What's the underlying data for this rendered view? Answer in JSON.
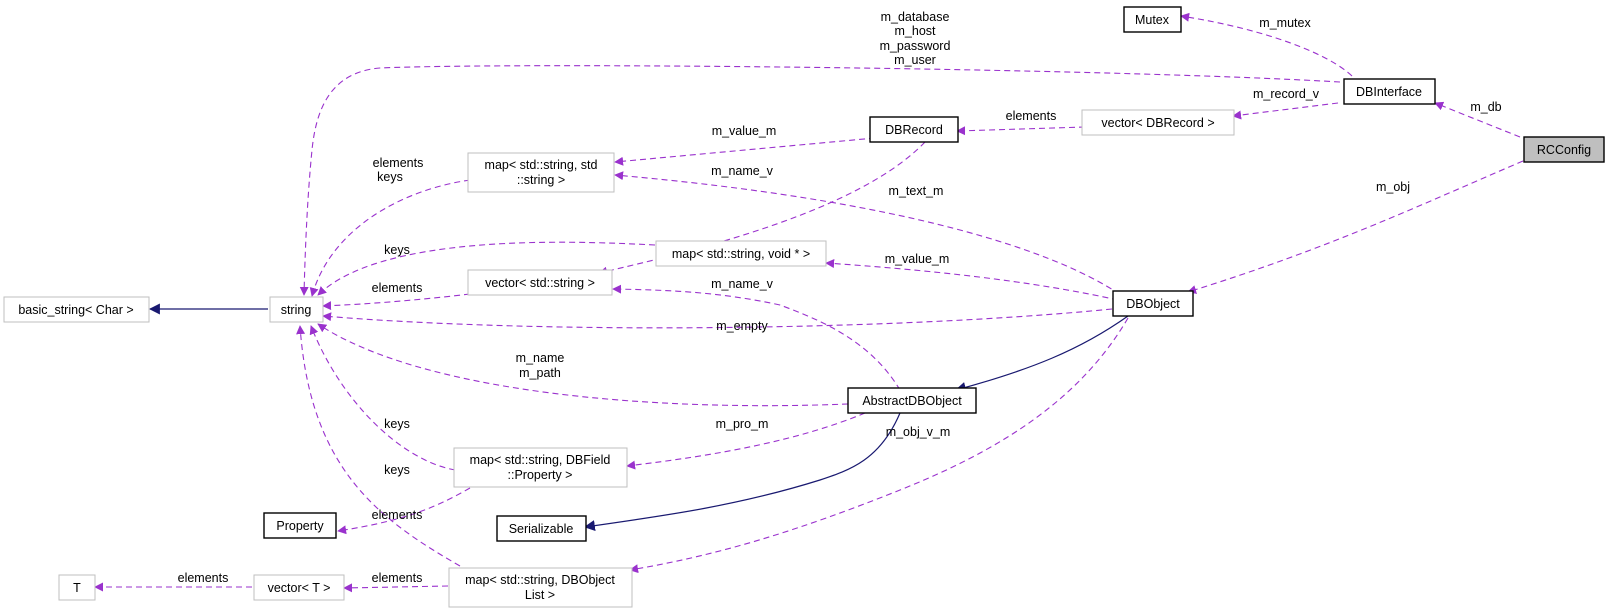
{
  "colors": {
    "usage_edge": "#9a32cd",
    "inheritance_edge": "#191970",
    "highlighted_node": "#bfbfbf",
    "strong_border": "#000000",
    "weak_border": "#bfbfbf"
  },
  "nodes": {
    "rcconfig": "RCConfig",
    "dbinterface": "DBInterface",
    "mutex": "Mutex",
    "vector_dbrecord": "vector< DBRecord >",
    "dbrecord": "DBRecord",
    "map_string_string": [
      "map< std::string, std",
      "::string >"
    ],
    "string": "string",
    "basic_string": "basic_string< Char >",
    "map_string_voidptr": "map< std::string, void * >",
    "vector_string": "vector< std::string >",
    "dbobject": "DBObject",
    "abstractdbobject": "AbstractDBObject",
    "map_string_property": [
      "map< std::string, DBField",
      "::Property >"
    ],
    "property": "Property",
    "serializable": "Serializable",
    "t": "T",
    "vector_t": "vector< T >",
    "map_string_objlist": [
      "map< std::string, DBObject",
      "List >"
    ]
  },
  "edge_labels": {
    "rc_dbinterface": "m_db",
    "rc_dbobject": "m_obj",
    "dbinterface_mutex": "m_mutex",
    "dbinterface_vector": "m_record_v",
    "dbinterface_string": [
      "m_database",
      "m_host",
      "m_password",
      "m_user"
    ],
    "vector_dbrecord": "elements",
    "dbrecord_map": "m_value_m",
    "map_string_keys": [
      "elements",
      "keys"
    ],
    "dbobject_map_name": "m_name_v",
    "dbobject_map_text": "m_text_m",
    "dbobject_voidmap": "m_value_m",
    "voidmap_keys": "keys",
    "vector_string_elements": "elements",
    "abstract_vector_name": "m_name_v",
    "dbobject_empty": "m_empty",
    "abstract_name_path": [
      "m_name",
      "m_path"
    ],
    "abstract_pro": "m_pro_m",
    "dbobject_objv": "m_obj_v_m",
    "property_map_keys": "keys",
    "property_elements": "elements",
    "objlist_keys": "keys",
    "t_elements": "elements",
    "vector_t_elements": "elements"
  }
}
